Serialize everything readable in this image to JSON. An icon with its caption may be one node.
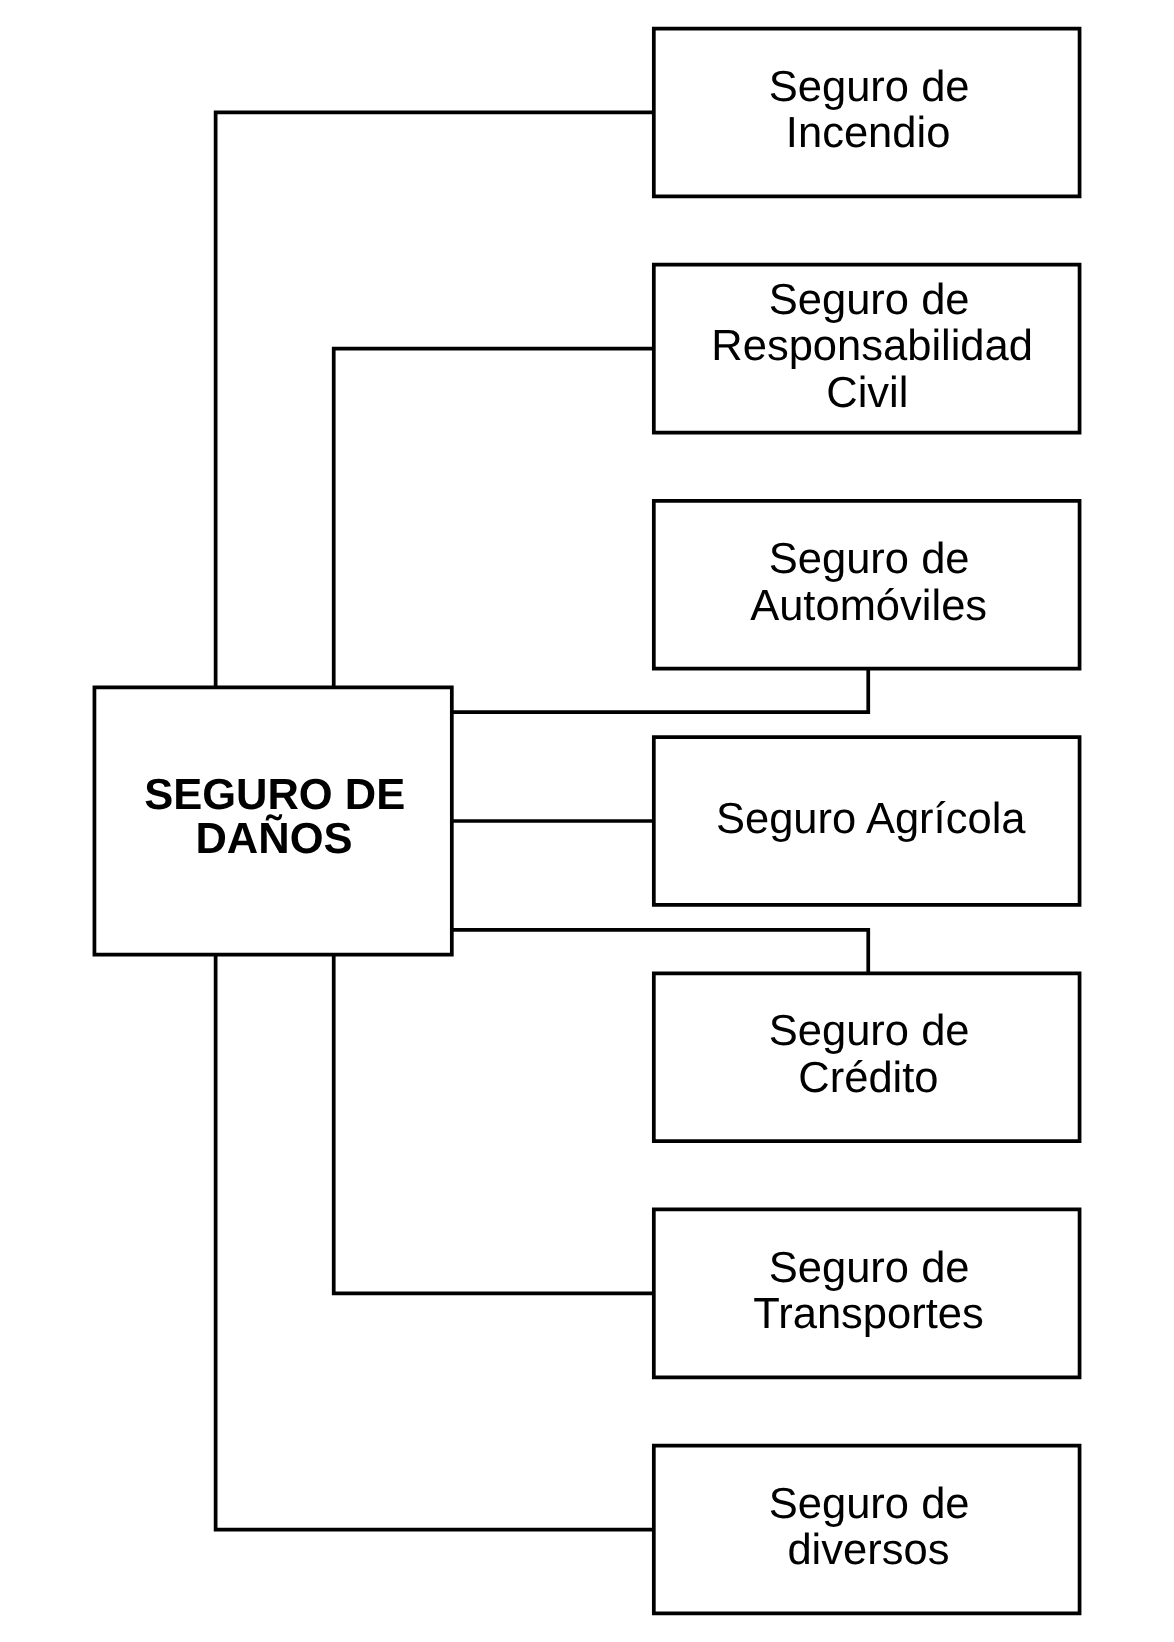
{
  "diagram": {
    "nodes": [
      {
        "text": [
          "SEGURO DE DAÑOS"
        ]
      },
      {
        "text": [
          "Seguro de Incendio"
        ]
      },
      {
        "text": [
          "Seguro de Responsabilidad Civil"
        ]
      },
      {
        "text": [
          "Seguro de Automóviles"
        ]
      },
      {
        "text": [
          "Seguro Agrícola"
        ]
      },
      {
        "text": [
          "Seguro de Crédito"
        ]
      },
      {
        "text": [
          "Seguro de Transportes"
        ]
      },
      {
        "text": [
          "Seguro de diversos"
        ]
      }
    ],
    "edges": [
      {
        "from": 0,
        "to": 1,
        "arrow": "none"
      },
      {
        "from": 0,
        "to": 2,
        "arrow": "none"
      },
      {
        "from": 0,
        "to": 3,
        "arrow": "none"
      },
      {
        "from": 0,
        "to": 4,
        "arrow": "none"
      },
      {
        "from": 0,
        "to": 5,
        "arrow": "none"
      },
      {
        "from": 0,
        "to": 6,
        "arrow": "none"
      },
      {
        "from": 0,
        "to": 7,
        "arrow": "none"
      }
    ]
  }
}
